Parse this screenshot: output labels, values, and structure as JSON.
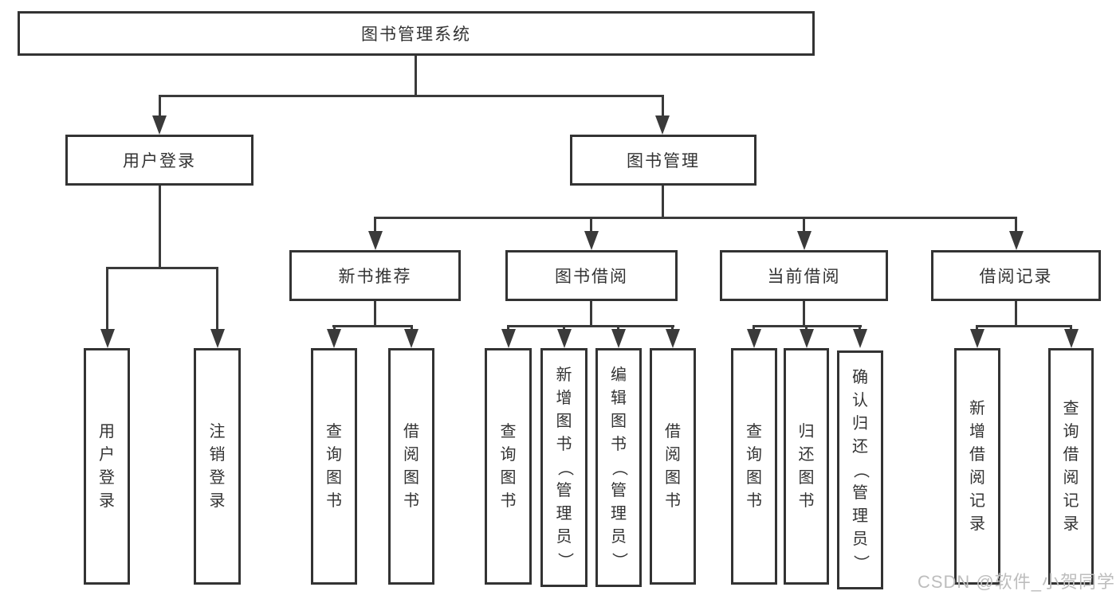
{
  "diagram": {
    "nodes": {
      "root": "图书管理系统",
      "user_login": "用户登录",
      "book_mgmt": "图书管理",
      "new_book_rec": "新书推荐",
      "book_borrow": "图书借阅",
      "current_borrow": "当前借阅",
      "borrow_record": "借阅记录",
      "leaf_user_login": "用户登录",
      "leaf_logout": "注销登录",
      "leaf_query_book_rec": "查询图书",
      "leaf_borrow_book_rec": "借阅图书",
      "leaf_query_book_borrow": "查询图书",
      "leaf_add_book_admin": "新增图书（管理员）",
      "leaf_edit_book_admin": "编辑图书（管理员）",
      "leaf_borrow_book_borrow": "借阅图书",
      "leaf_query_book_current": "查询图书",
      "leaf_return_book": "归还图书",
      "leaf_confirm_return_admin": "确认归还（管理员）",
      "leaf_add_borrow_record": "新增借阅记录",
      "leaf_query_borrow_record": "查询借阅记录"
    },
    "hierarchy": {
      "图书管理系统": [
        "用户登录",
        "图书管理"
      ],
      "用户登录": [
        "用户登录",
        "注销登录"
      ],
      "图书管理": [
        "新书推荐",
        "图书借阅",
        "当前借阅",
        "借阅记录"
      ],
      "新书推荐": [
        "查询图书",
        "借阅图书"
      ],
      "图书借阅": [
        "查询图书",
        "新增图书（管理员）",
        "编辑图书（管理员）",
        "借阅图书"
      ],
      "当前借阅": [
        "查询图书",
        "归还图书",
        "确认归还（管理员）"
      ],
      "借阅记录": [
        "新增借阅记录",
        "查询借阅记录"
      ]
    }
  },
  "watermark": "CSDN @软件_小贺同学",
  "colors": {
    "line": "#3a3a3a",
    "box_border": "#333333",
    "box_fill": "#ffffff",
    "text": "#333333",
    "watermark": "#bdbdbd",
    "background": "#ffffff"
  }
}
